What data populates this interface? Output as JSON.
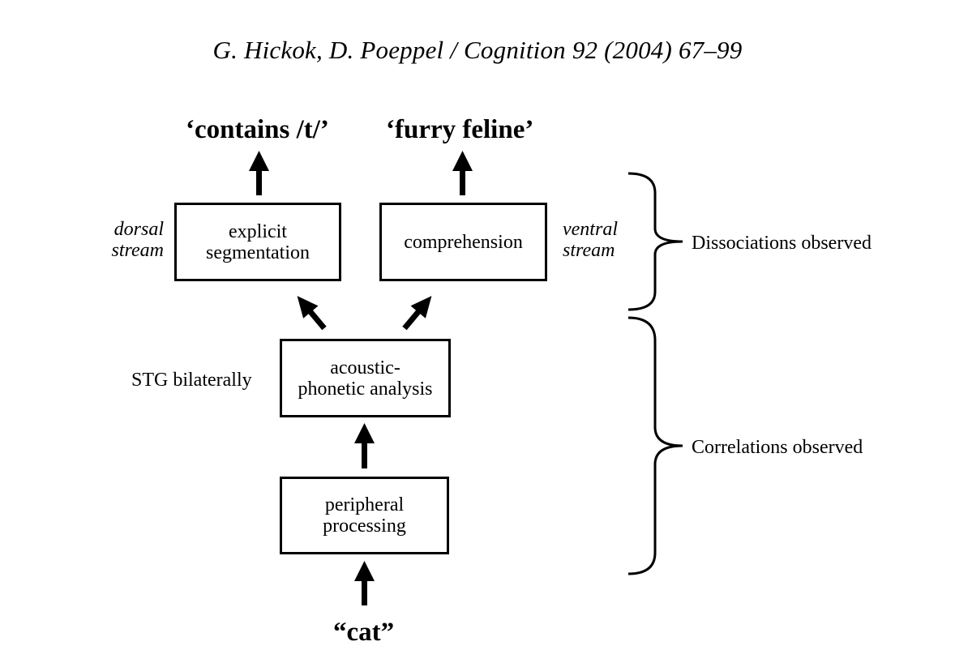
{
  "header": "G. Hickok, D. Poeppel / Cognition 92 (2004) 67–99",
  "outputs": {
    "dorsal": "‘contains /t/’",
    "ventral": "‘furry feline’"
  },
  "boxes": {
    "explicit_segmentation": [
      "explicit",
      "segmentation"
    ],
    "comprehension": [
      "comprehension"
    ],
    "acoustic_phonetic": [
      "acoustic-",
      "phonetic analysis"
    ],
    "peripheral": [
      "peripheral",
      "processing"
    ]
  },
  "side_labels": {
    "dorsal": [
      "dorsal",
      "stream"
    ],
    "ventral": [
      "ventral",
      "stream"
    ],
    "stg": "STG bilaterally"
  },
  "braces": {
    "upper": "Dissociations observed",
    "lower": "Correlations observed"
  },
  "input": "“cat”"
}
